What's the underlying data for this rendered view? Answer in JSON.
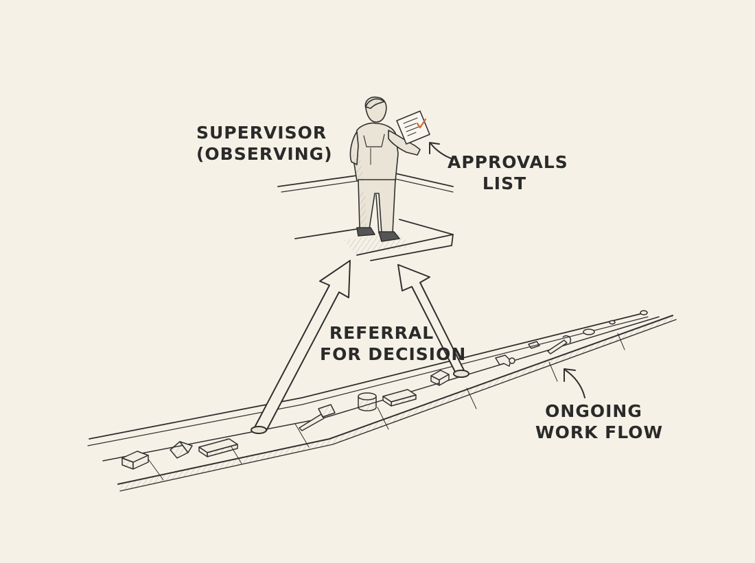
{
  "labels": {
    "supervisor": [
      "SUPERVISOR",
      "(OBSERVING)"
    ],
    "approvals": [
      "APPROVALS",
      "LIST"
    ],
    "referral": [
      "REFERRAL",
      "FOR DECISION"
    ],
    "workflow": [
      "ONGOING",
      "WORK FLOW"
    ]
  },
  "colors": {
    "background": "#f5f1e6",
    "ink": "#2f2f2f",
    "checkmark": "#d0703a"
  }
}
